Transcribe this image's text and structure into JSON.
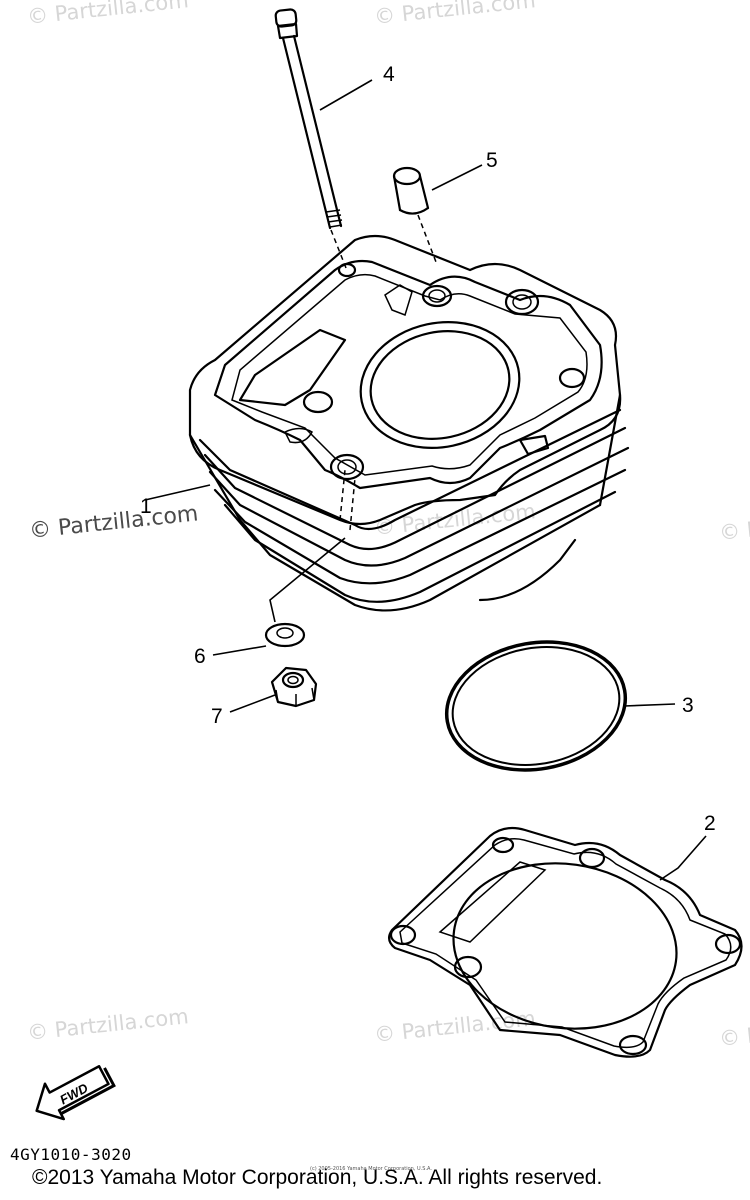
{
  "watermark": {
    "text": "© Partzilla.com",
    "color": "#d6d6d6"
  },
  "callouts": {
    "1": "1",
    "2": "2",
    "3": "3",
    "4": "4",
    "5": "5",
    "6": "6",
    "7": "7"
  },
  "fwd_label": "FWD",
  "diagram_code": "4GY1010-3020",
  "footer": {
    "copyright": "©2013 Yamaha Motor Corporation, U.S.A. All rights reserved.",
    "fine_print": "(c) 2005-2016 Yamaha Motor Corporation, U.S.A."
  }
}
